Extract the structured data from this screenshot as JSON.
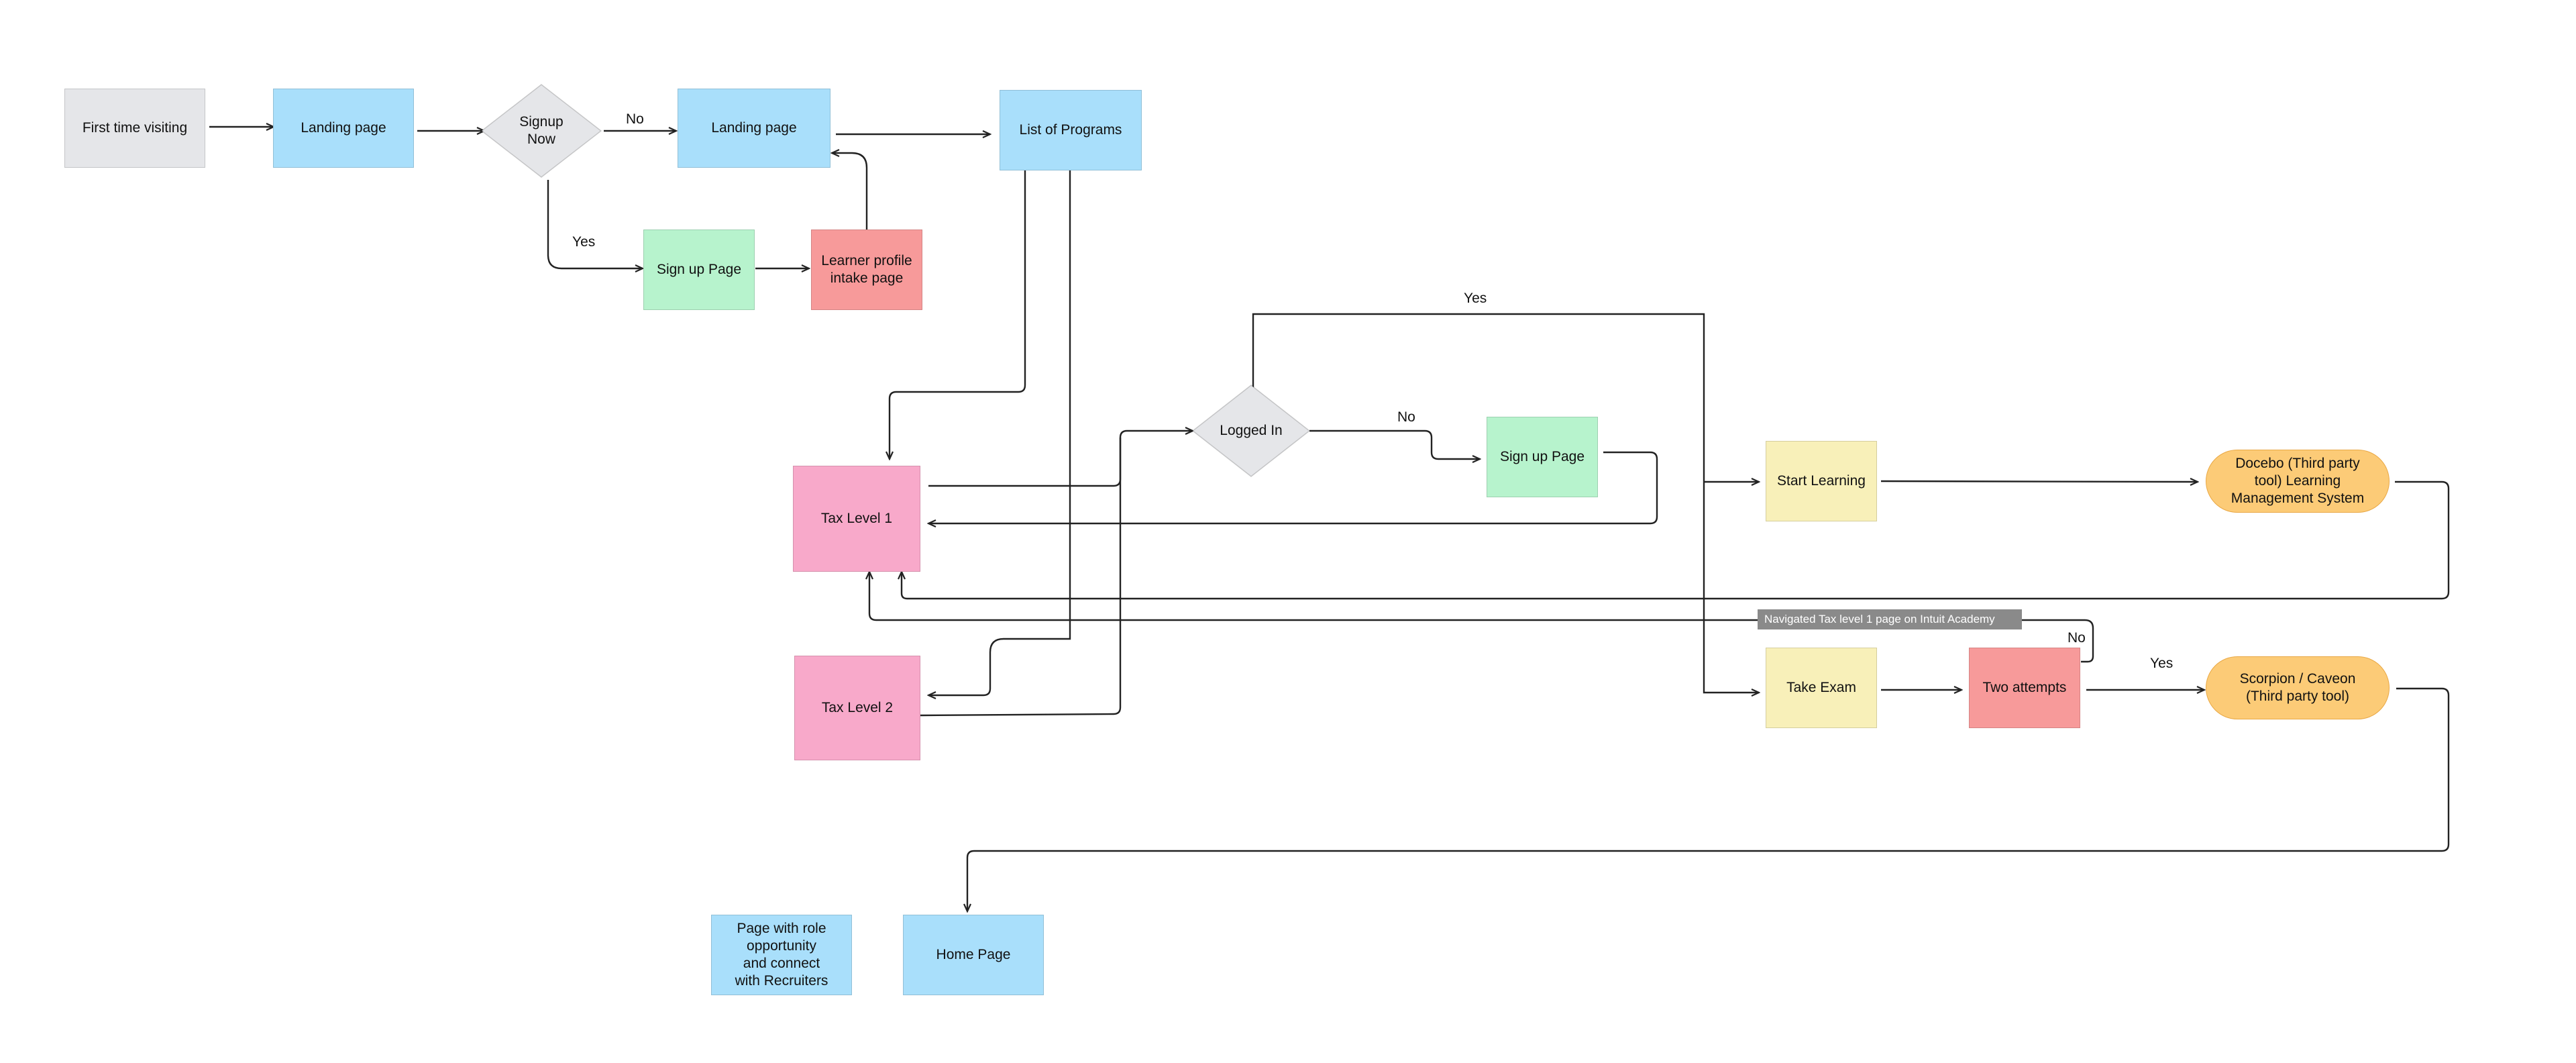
{
  "colors": {
    "gray": "#e5e6e9",
    "blue": "#a9dffb",
    "green": "#b7f3cd",
    "red": "#f79a9a",
    "pink": "#f8a9ca",
    "yellow": "#f8f0b9",
    "orange": "#fccb77",
    "diamond": "#e5e6e9",
    "banner": "#8a8a8a"
  },
  "nodes": {
    "first_time_visiting": "First time visiting",
    "landing_page_1": "Landing page",
    "signup_now": "Signup\nNow",
    "landing_page_2": "Landing page",
    "list_of_programs": "List of Programs",
    "sign_up_page_1": "Sign up Page",
    "learner_profile": "Learner profile\nintake page",
    "logged_in": "Logged In",
    "sign_up_page_2": "Sign up Page",
    "tax_level_1": "Tax Level 1",
    "tax_level_2": "Tax Level 2",
    "start_learning": "Start Learning",
    "docebo": "Docebo (Third party\ntool) Learning\nManagement System",
    "take_exam": "Take Exam",
    "two_attempts": "Two attempts",
    "scorpion": "Scorpion / Caveon\n(Third party tool)",
    "role_page": "Page with role\nopportunity\nand connect\nwith Recruiters",
    "home_page": "Home Page"
  },
  "edge_labels": {
    "signup_no": "No",
    "signup_yes": "Yes",
    "logged_yes": "Yes",
    "logged_no": "No",
    "attempts_no": "No",
    "attempts_yes": "Yes"
  },
  "banner": {
    "text": "Navigated Tax level 1 page on Intuit Academy"
  }
}
